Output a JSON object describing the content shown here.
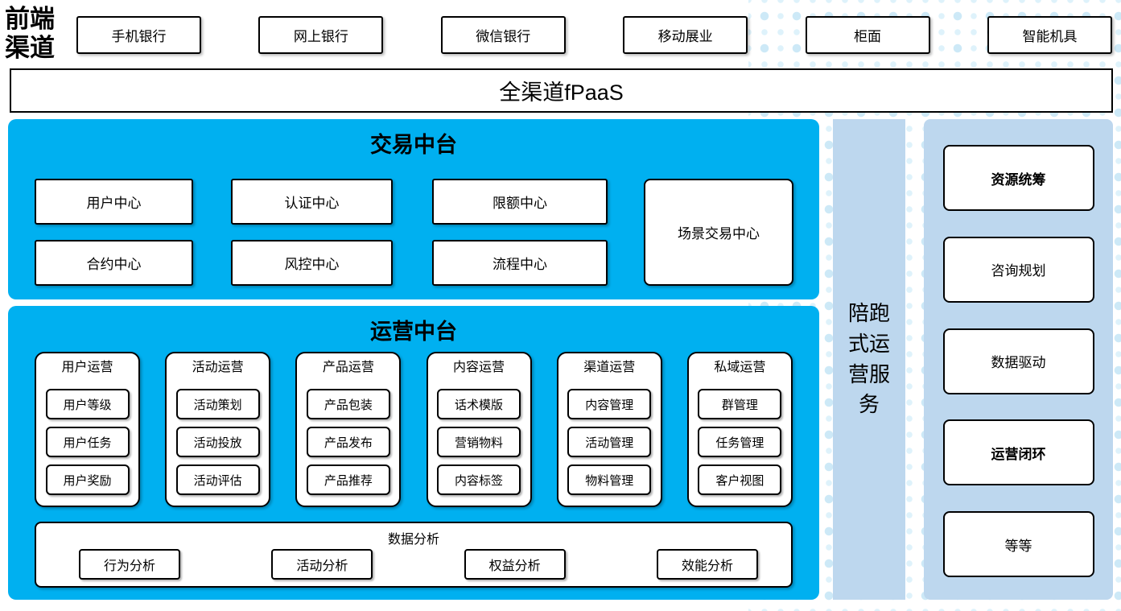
{
  "colors": {
    "accent_blue": "#00b0f0",
    "light_blue": "#bdd7ee",
    "dot_blue": "#cde9f7"
  },
  "channels": {
    "label": "前端渠道",
    "items": [
      "手机银行",
      "网上银行",
      "微信银行",
      "移动展业",
      "柜面",
      "智能机具"
    ]
  },
  "fpaas": {
    "label": "全渠道fPaaS"
  },
  "trade": {
    "title": "交易中台",
    "row1": [
      "用户中心",
      "认证中心",
      "限额中心"
    ],
    "row2": [
      "合约中心",
      "风控中心",
      "流程中心"
    ],
    "tall": "场景交易中心"
  },
  "operation": {
    "title": "运营中台",
    "groups": [
      {
        "title": "用户运营",
        "items": [
          "用户等级",
          "用户任务",
          "用户奖励"
        ]
      },
      {
        "title": "活动运营",
        "items": [
          "活动策划",
          "活动投放",
          "活动评估"
        ]
      },
      {
        "title": "产品运营",
        "items": [
          "产品包装",
          "产品发布",
          "产品推荐"
        ]
      },
      {
        "title": "内容运营",
        "items": [
          "话术模版",
          "营销物料",
          "内容标签"
        ]
      },
      {
        "title": "渠道运营",
        "items": [
          "内容管理",
          "活动管理",
          "物料管理"
        ]
      },
      {
        "title": "私域运营",
        "items": [
          "群管理",
          "任务管理",
          "客户视图"
        ]
      }
    ],
    "analysis": {
      "title": "数据分析",
      "items": [
        "行为分析",
        "活动分析",
        "权益分析",
        "效能分析"
      ]
    }
  },
  "strip": {
    "label": "陪跑式运营服务"
  },
  "services": {
    "items": [
      {
        "label": "资源统筹",
        "bold": true
      },
      {
        "label": "咨询规划",
        "bold": false
      },
      {
        "label": "数据驱动",
        "bold": false
      },
      {
        "label": "运营闭环",
        "bold": true
      },
      {
        "label": "等等",
        "bold": false
      }
    ]
  }
}
